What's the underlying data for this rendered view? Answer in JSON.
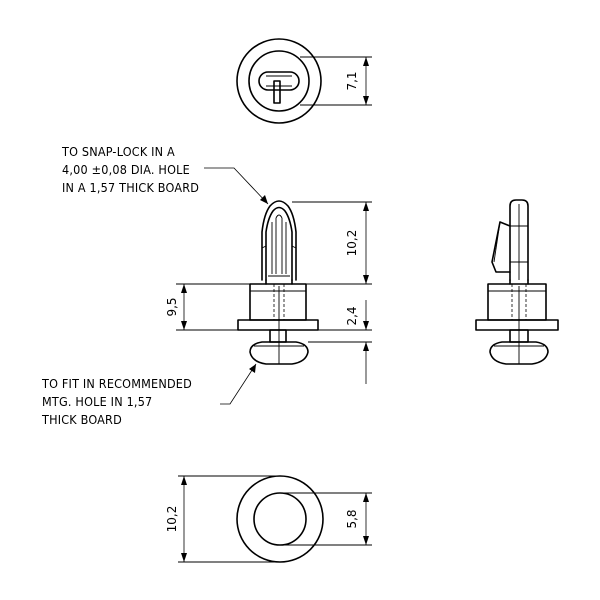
{
  "notes": {
    "snap_lock": [
      "TO SNAP-LOCK IN A",
      "4,00 ±0,08 DIA. HOLE",
      "IN A 1,57 THICK BOARD"
    ],
    "fit_in": [
      "TO FIT IN RECOMMENDED",
      "MTG. HOLE IN 1,57",
      "THICK BOARD"
    ]
  },
  "dimensions": {
    "top_view_height": "7,1",
    "snap_length": "10,2",
    "body_height": "9,5",
    "flange_gap": "2,4",
    "base_outer_diameter": "10,2",
    "base_inner_diameter": "5,8"
  }
}
